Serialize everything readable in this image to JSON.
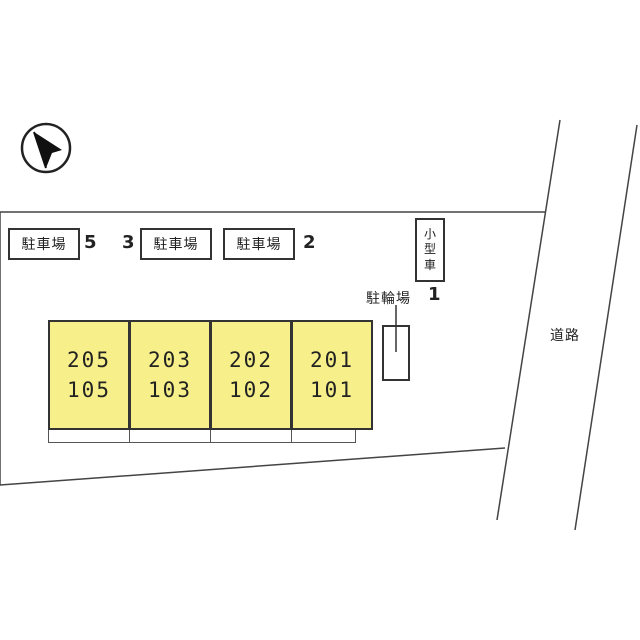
{
  "parking": {
    "label": "駐車場",
    "spots": [
      {
        "number": "5"
      },
      {
        "number": "3"
      },
      {
        "number": "2"
      }
    ]
  },
  "small_car": {
    "lines": [
      "小",
      "型",
      "車"
    ]
  },
  "bicycle_parking": {
    "label": "駐輪場",
    "number": "1"
  },
  "road": {
    "label": "道路"
  },
  "units": [
    {
      "upper": "205",
      "lower": "105"
    },
    {
      "upper": "203",
      "lower": "103"
    },
    {
      "upper": "202",
      "lower": "102"
    },
    {
      "upper": "201",
      "lower": "101"
    }
  ],
  "colors": {
    "unit_fill": "#f7f08a",
    "outline": "#333333"
  },
  "icons": {
    "north_arrow": "north-arrow-icon"
  }
}
